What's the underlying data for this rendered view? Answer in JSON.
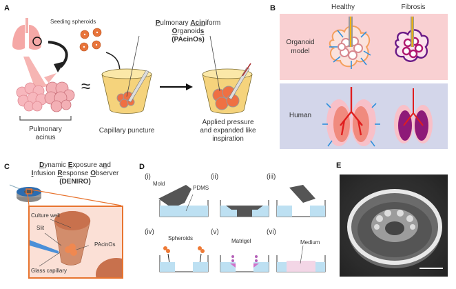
{
  "panels": {
    "A": {
      "letter": "A",
      "seeding_label": "Seeding spheroids",
      "approx_symbol": "≈",
      "acinus_label": [
        "Pulmonary",
        "acinus"
      ],
      "puncture_label": "Capillary puncture",
      "expanded_label": [
        "Applied pressure",
        "and expanded like",
        "inspiration"
      ],
      "pacinos_title": {
        "line1": [
          {
            "t": "P",
            "u": true
          },
          {
            "t": "ulmonary ",
            "u": false
          },
          {
            "t": "Acin",
            "u": true
          },
          {
            "t": "iform",
            "u": false
          }
        ],
        "line2": [
          {
            "t": "O",
            "u": true
          },
          {
            "t": "rganoid",
            "u": false
          },
          {
            "t": "s",
            "u": true
          }
        ],
        "line3": "(PAcinOs)"
      }
    },
    "B": {
      "letter": "B",
      "col_healthy": "Healthy",
      "col_fibrosis": "Fibrosis",
      "row_organoid": [
        "Organoid",
        "model"
      ],
      "row_human": "Human",
      "colors": {
        "organoid_bg": "#f9d0d2",
        "human_bg": "#d3d6ea",
        "healthy_lung": "#f08a7e",
        "fibrosis_lung": "#8e1a78",
        "arrow": "#2f8fdc"
      }
    },
    "C": {
      "letter": "C",
      "title": {
        "line1": [
          {
            "t": "D",
            "u": true
          },
          {
            "t": "ynamic ",
            "u": false
          },
          {
            "t": "E",
            "u": true
          },
          {
            "t": "xposure a",
            "u": false
          },
          {
            "t": "n",
            "u": true
          },
          {
            "t": "d",
            "u": false
          }
        ],
        "line2": [
          {
            "t": "I",
            "u": true
          },
          {
            "t": "nfusion ",
            "u": false
          },
          {
            "t": "R",
            "u": true
          },
          {
            "t": "esponse ",
            "u": false
          },
          {
            "t": "O",
            "u": true
          },
          {
            "t": "bserver",
            "u": false
          }
        ],
        "line3": "(DENIRO)"
      },
      "labels": {
        "culture_well": "Culture well",
        "slit": "Slit",
        "pacinos": "PAcinOs",
        "glass_capillary": "Glass capillary"
      }
    },
    "D": {
      "letter": "D",
      "steps": [
        "(i)",
        "(ii)",
        "(iii)",
        "(iv)",
        "(v)",
        "(vi)"
      ],
      "labels": {
        "mold": "Mold",
        "pdms": "PDMS",
        "spheroids": "Spheroids",
        "matrigel": "Matrigel",
        "medium": "Medium"
      }
    },
    "E": {
      "letter": "E"
    }
  }
}
